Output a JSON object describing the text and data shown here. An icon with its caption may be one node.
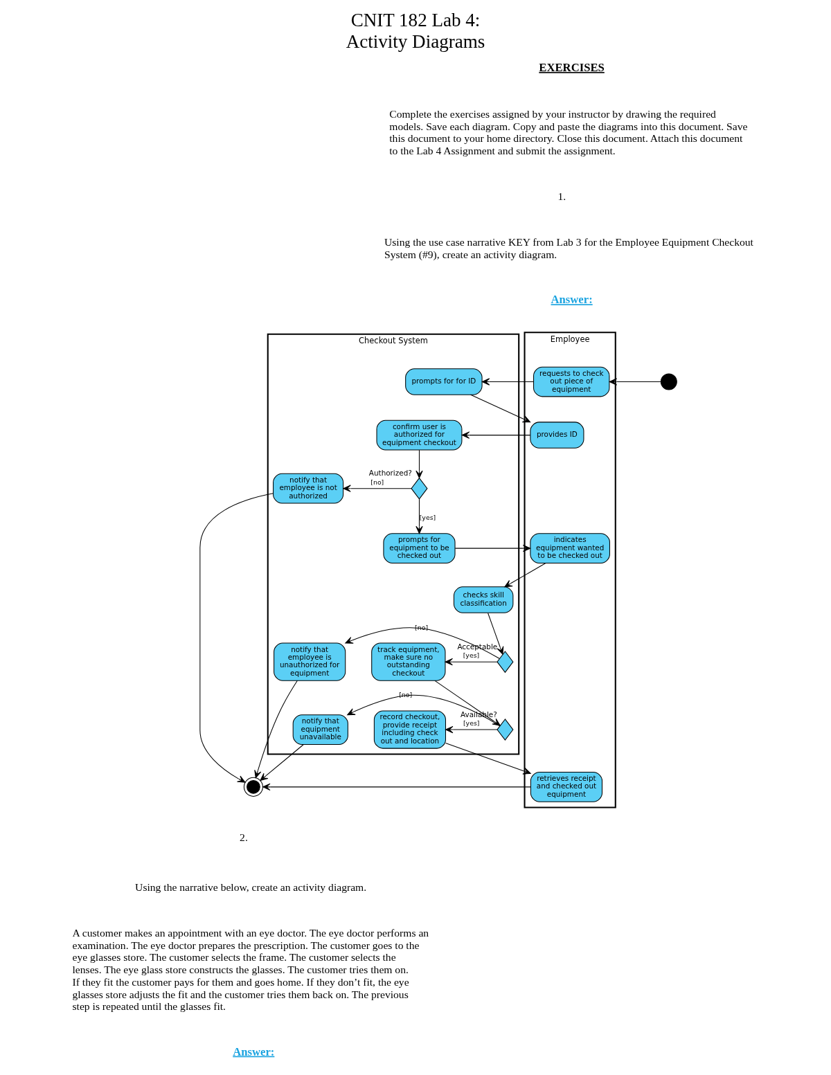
{
  "diagram": {
    "title": "CNIT 182 Lab 4: Activity Diagrams",
    "nodes": [
      {
        "text": [
          "Employee"
        ]
      },
      {
        "text": [
          "Checkout System"
        ]
      },
      {
        "text": [],
        "shape": "circle"
      },
      {
        "text": [
          "requests to check out piece of equipment"
        ],
        "in": 0
      },
      {
        "text": [
          "prompts for for ID"
        ],
        "in": 1
      },
      {
        "text": [
          "confirm user is authorized for equipment checkout"
        ],
        "in": 1
      },
      {
        "text": [
          "provides ID"
        ],
        "in": 0
      },
      {
        "text": [
          "notify that employee is not authorized"
        ],
        "in": 1
      },
      {
        "text": [],
        "shape": "diamond",
        "in": 1,
        "beside": [
          "Authorized?"
        ]
      },
      {
        "text": [
          "indicates equipment wanted to be checked out"
        ],
        "in": 0
      },
      {
        "text": [
          "checks skill classification"
        ],
        "in": 1
      },
      {
        "text": [
          "prompts for equipment to be checked out"
        ],
        "in": 1
      },
      {
        "text": [],
        "shape": "diamond",
        "in": 1,
        "beside": [
          "Acceptable"
        ]
      },
      {
        "text": [
          "track equipment, make sure no outstanding checkout"
        ],
        "in": 1
      },
      {
        "text": [
          "notify that employee is unauthorized for equipment"
        ],
        "in": 1
      },
      {
        "text": [],
        "shape": "diamond",
        "in": 1,
        "beside": [
          "Available?"
        ]
      },
      {
        "text": [
          "notify that equipment unavailable"
        ],
        "in": 1
      },
      {
        "text": [
          "record checkout, provide receipt including check out and location"
        ],
        "in": 1
      },
      {
        "text": [
          "retrieves receipt and checked out equipment"
        ],
        "in": 0
      },
      {
        "text": [],
        "shape": "circle"
      }
    ],
    "edges": [
      {
        "from": 2,
        "to": 3,
        "arrow": "to"
      },
      {
        "from": 3,
        "to": 4,
        "arrow": "to"
      },
      {
        "from": 4,
        "to": 6,
        "arrow": "to"
      },
      {
        "from": 6,
        "to": 5,
        "arrow": "to"
      },
      {
        "from": 5,
        "to": 8,
        "arrow": "to"
      },
      {
        "from": 8,
        "to": 7,
        "arrow": "to",
        "label": "[no]"
      },
      {
        "from": 8,
        "to": 11,
        "arrow": "to",
        "label": "[yes]"
      },
      {
        "from": 7,
        "to": 19,
        "arrow": "to"
      },
      {
        "from": 11,
        "to": 9,
        "arrow": "to"
      },
      {
        "from": 9,
        "to": 10,
        "arrow": "to"
      },
      {
        "from": 10,
        "to": 12,
        "arrow": "to"
      },
      {
        "from": 12,
        "to": 13,
        "arrow": "to",
        "label": "[yes]"
      },
      {
        "from": 12,
        "to": 14,
        "arrow": "to",
        "label": "[no]"
      },
      {
        "from": 14,
        "to": 19,
        "arrow": "to"
      },
      {
        "from": 13,
        "to": 15,
        "arrow": "to"
      },
      {
        "from": 15,
        "to": 17,
        "arrow": "to",
        "label": "[yes]"
      },
      {
        "from": 15,
        "to": 16,
        "arrow": "to",
        "label": "[no]"
      },
      {
        "from": 16,
        "to": 19,
        "arrow": "to"
      },
      {
        "from": 17,
        "to": 18,
        "arrow": "to"
      },
      {
        "from": 18,
        "to": 19,
        "arrow": "to"
      }
    ],
    "labels": [
      "EXERCISES",
      "Complete the exercises assigned by your instructor by drawing the required models. Save each diagram. Copy and paste the diagrams into this document. Save this document to your home directory. Close this document. Attach this document to the Lab 4 Assignment and submit the assignment.",
      "1.",
      "Using the use case narrative KEY from Lab 3 for the Employee Equipment Checkout System (#9), create an activity diagram.",
      "Answer:",
      "2.",
      "Using the narrative below, create an activity diagram.",
      "A customer makes an appointment with an eye doctor. The eye doctor performs an examination. The eye doctor prepares the prescription. The customer goes to the eye glasses store. The customer selects the frame. The customer selects the lenses. The eye glass store constructs the glasses. The customer tries them on. If they fit the customer pays for them and goes home. If they don’t fit, the eye glasses store adjusts the fit and the customer tries them back on. The previous step is repeated until the glasses fit.",
      "Answer:"
    ]
  }
}
